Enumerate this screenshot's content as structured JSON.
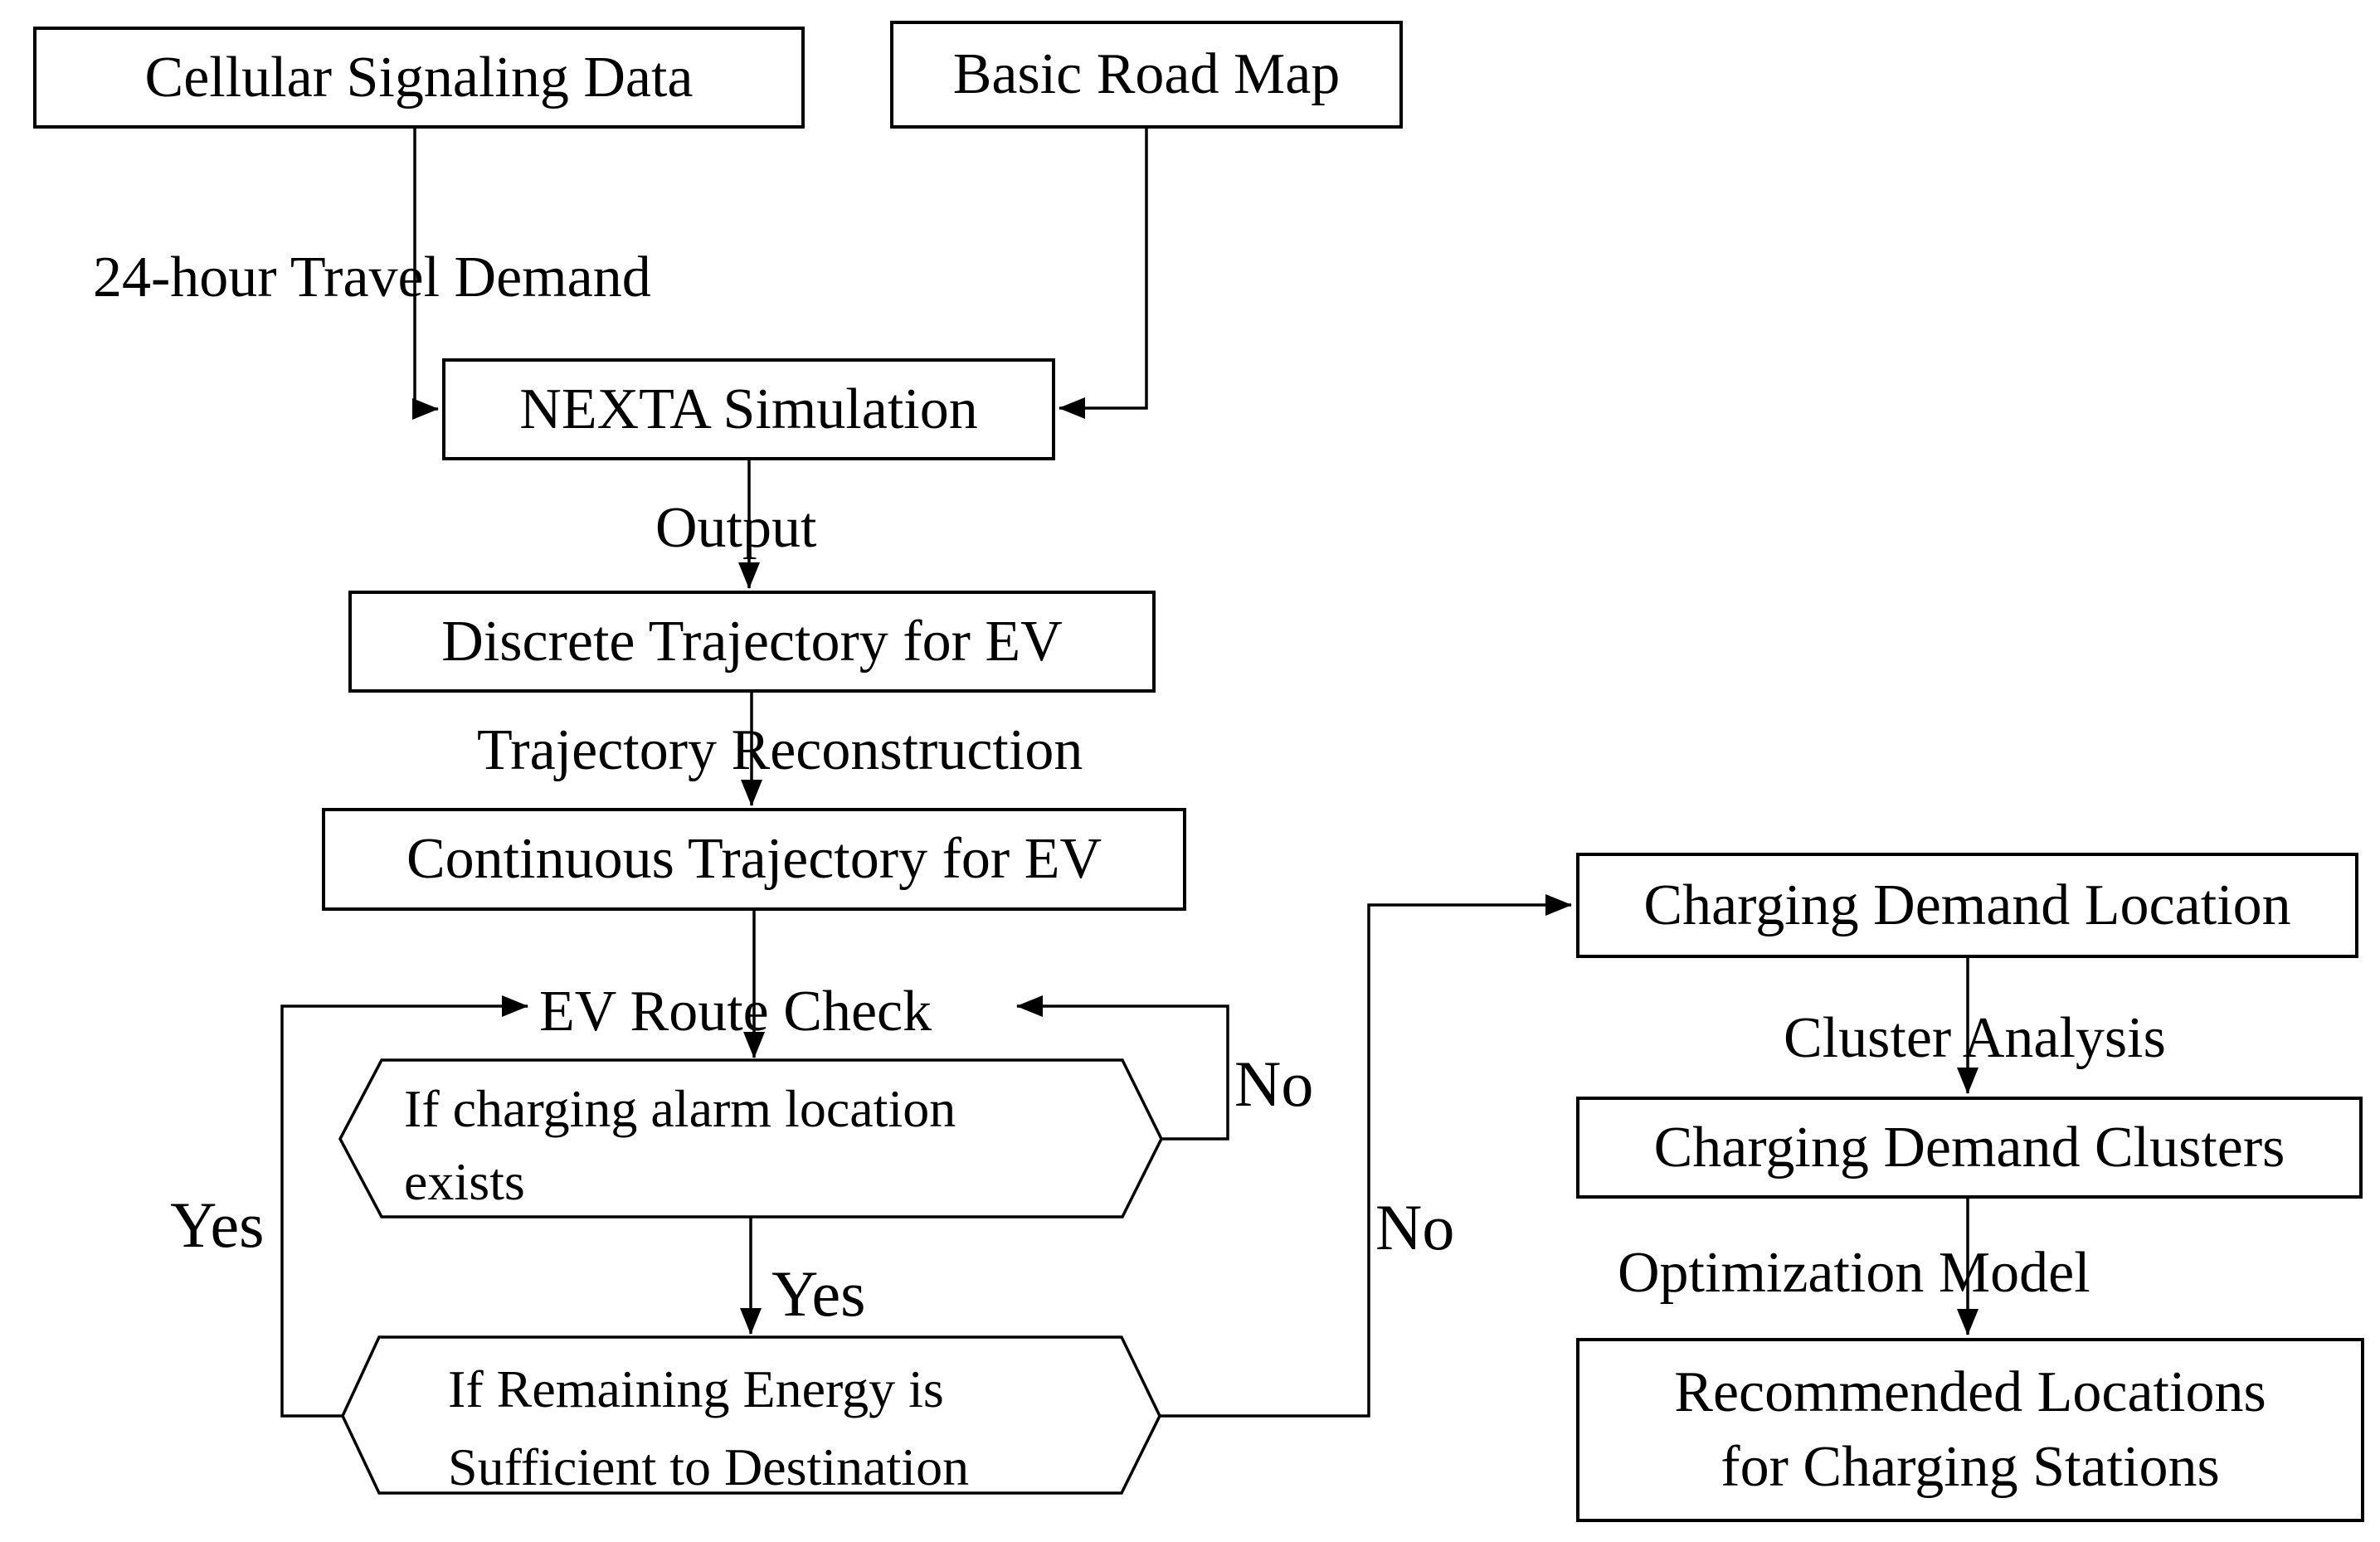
{
  "diagram": {
    "nodes": {
      "cellular": "Cellular Signaling Data",
      "roadmap": "Basic Road Map",
      "nexta": "NEXTA Simulation",
      "discrete": "Discrete Trajectory for EV",
      "continuous": "Continuous Trajectory for EV",
      "alarm_line1": "If charging alarm location",
      "alarm_line2": "exists",
      "energy_line1": "If Remaining Energy is",
      "energy_line2": "Sufficient to Destination",
      "demand_location": "Charging Demand Location",
      "demand_clusters": "Charging Demand Clusters",
      "recommended_line1": "Recommended Locations",
      "recommended_line2": "for Charging Stations"
    },
    "edge_labels": {
      "travel_demand": "24-hour Travel Demand",
      "output": "Output",
      "trajectory_reconstruction": "Trajectory Reconstruction",
      "route_check": "EV Route Check",
      "cluster_analysis": "Cluster Analysis",
      "optimization_model": "Optimization Model",
      "yes_loop": "Yes",
      "yes_to_energy": "Yes",
      "no_alarm": "No",
      "no_energy": "No"
    },
    "colors": {
      "stroke": "#000000",
      "background": "#ffffff",
      "text": "#000000"
    }
  }
}
